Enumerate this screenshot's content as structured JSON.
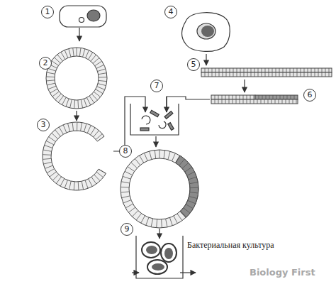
{
  "diagram": {
    "labels": [
      "1",
      "2",
      "3",
      "4",
      "5",
      "6",
      "7",
      "8",
      "9",
      "Бактериальная культура",
      "Biology First"
    ]
  }
}
